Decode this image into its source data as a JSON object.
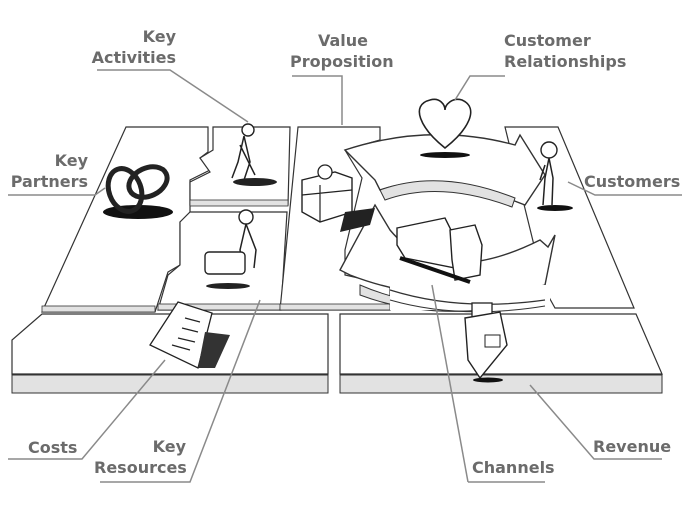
{
  "diagram": {
    "title": "Business Model Canvas",
    "blocks": [
      {
        "id": "key-partners",
        "label_line1": "Key",
        "label_line2": "Partners",
        "icon": "interlocked-rings-icon"
      },
      {
        "id": "key-activities",
        "label_line1": "Key",
        "label_line2": "Activities",
        "icon": "person-digging-icon"
      },
      {
        "id": "key-resources",
        "label_line1": "Key",
        "label_line2": "Resources",
        "icon": "person-with-machine-icon"
      },
      {
        "id": "value-proposition",
        "label_line1": "Value",
        "label_line2": "Proposition",
        "icon": "gift-box-icon"
      },
      {
        "id": "customer-relationships",
        "label_line1": "Customer",
        "label_line2": "Relationships",
        "icon": "heart-icon"
      },
      {
        "id": "channels",
        "label_line1": "Channels",
        "icon": "delivery-truck-icon"
      },
      {
        "id": "customers",
        "label_line1": "Customers",
        "icon": "standing-person-icon"
      },
      {
        "id": "costs",
        "label_line1": "Costs",
        "icon": "invoice-document-icon"
      },
      {
        "id": "revenue",
        "label_line1": "Revenue",
        "icon": "cash-register-icon"
      }
    ]
  },
  "colors": {
    "label": "#6b6b6b",
    "outline": "#333333",
    "shade": "#e2e2e2",
    "leader": "#8a8a8a"
  }
}
